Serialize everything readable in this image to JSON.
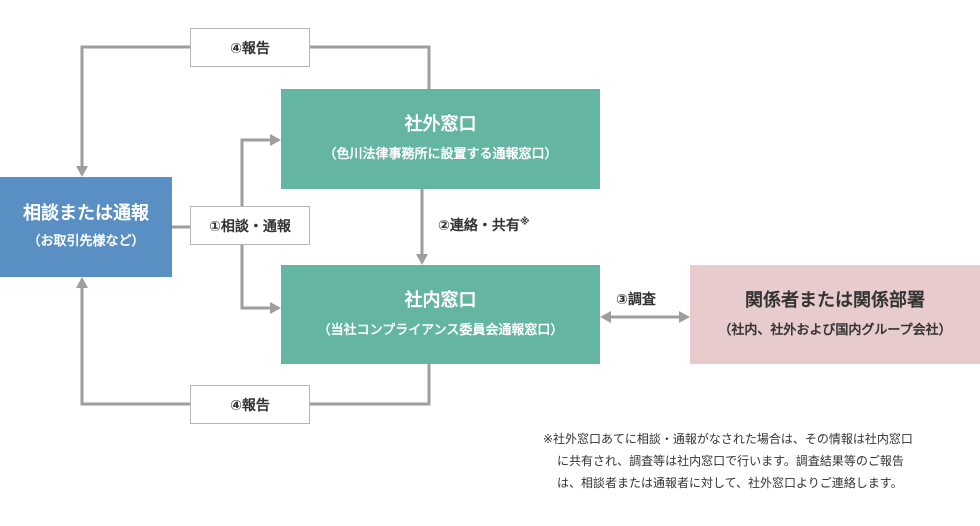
{
  "boxes": {
    "reporter": {
      "title": "相談または通報",
      "subtitle": "（お取引先様など）"
    },
    "external": {
      "title": "社外窓口",
      "subtitle": "（色川法律事務所に設置する通報窓口）"
    },
    "internal": {
      "title": "社内窓口",
      "subtitle": "（当社コンプライアンス委員会通報窓口）"
    },
    "related": {
      "title": "関係者または関係部署",
      "subtitle": "（社内、社外および国内グループ会社）"
    }
  },
  "labels": {
    "report_top": "④報告",
    "consult": "①相談・通報",
    "share": "②連絡・共有",
    "share_mark": "※",
    "investigate": "③調査",
    "report_bottom": "④報告"
  },
  "note": {
    "line1": "※社外窓口あてに相談・通報がなされた場合は、その情報は社内窓口",
    "line2": "に共有され、調査等は社内窓口で行います。調査結果等のご報告",
    "line3": "は、相談者または通報者に対して、社外窓口よりご連絡します。"
  },
  "colors": {
    "line": "#9e9e9e",
    "reporter": "#5a8fc4",
    "windows": "#64b5a2",
    "related": "#e8cbcd"
  }
}
